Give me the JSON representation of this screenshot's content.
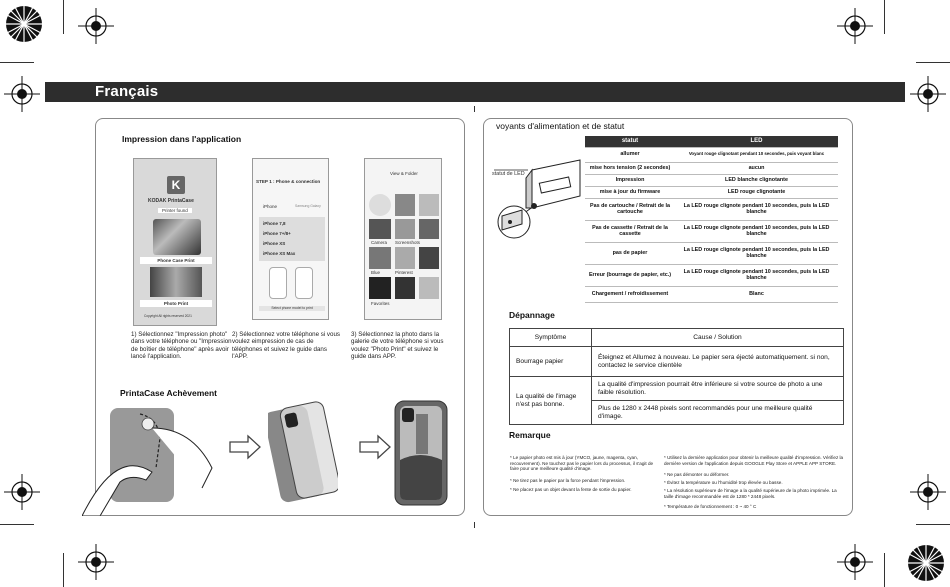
{
  "header": {
    "language": "Français"
  },
  "app_section": {
    "title": "Impression dans l'application",
    "steps": [
      "1) Sélectionnez \"Impression photo\" dans votre téléphone ou \"Impression de boîtier de téléphone\" après avoir lancé l'application.",
      "2) Sélectionnez votre téléphone si vous voulez eimpression de cas de téléphones et suivez le guide dans l'APP.",
      "3) Sélectionnez la photo dans la galerie de votre téléphone si vous voulez \"Photo Print\" et suivez le guide dans APP."
    ],
    "phone1": {
      "brand": "KODAK",
      "app": "PrintaCase",
      "printer_found": "Printer found",
      "button_case": "Phone Case Print",
      "button_photo": "Photo Print",
      "footer": "Copyright All rights reserved 2021"
    },
    "phone2": {
      "step": "STEP 1 : Phone & connection",
      "tab_iphone": "iPhone",
      "tab_other": "Samsung Galaxy",
      "models": [
        "iPhone 7,8",
        "iPhone 7+/8+",
        "iPhone XS",
        "iPhone XS Max"
      ],
      "next": "Select phone model to print"
    },
    "phone3": {
      "title": "View & Folder",
      "labels": [
        "Camera",
        "Screenshots",
        "Blue",
        "Pinterest",
        "Favorites"
      ]
    }
  },
  "achievement": {
    "title": "PrintaCase Achèvement"
  },
  "status_section": {
    "title": "voyants d'alimentation et de statut",
    "led_callout": "statut de LED",
    "table_headers": [
      "statut",
      "LED"
    ],
    "rows": [
      {
        "status": "allumer",
        "led": "Voyant rouge clignotant pendant 10 secondes, puis voyant blanc"
      },
      {
        "status": "mise hors tension (2 secondes)",
        "led": "aucun"
      },
      {
        "status": "Impression",
        "led": "LED blanche clignotante"
      },
      {
        "status": "mise à jour du firmware",
        "led": "LED rouge clignotante"
      },
      {
        "status": "Pas de cartouche / Retrait de la cartouche",
        "led": "La LED rouge clignote pendant 10 secondes, puis la LED blanche"
      },
      {
        "status": "Pas de cassette / Retrait de la cassette",
        "led": "La LED rouge clignote pendant 10 secondes, puis la LED blanche"
      },
      {
        "status": "pas de papier",
        "led": "La LED rouge clignote pendant 10 secondes, puis la LED blanche"
      },
      {
        "status": "Erreur (bourrage de papier, etc.)",
        "led": "La LED rouge clignote pendant 10 secondes, puis la LED blanche"
      },
      {
        "status": "Chargement / refroidissement",
        "led": "Blanc"
      }
    ]
  },
  "trouble_section": {
    "title": "Dépannage",
    "headers": [
      "Symptôme",
      "Cause / Solution"
    ],
    "rows": [
      {
        "symptom": "Bourrage papier",
        "solutions": [
          "Éteignez et Allumez à nouveau. Le papier sera éjecté automatiquement. si non, contactez le service clientèle"
        ]
      },
      {
        "symptom": "La qualité de l'image n'est pas bonne.",
        "solutions": [
          "La qualité d'impression pourrait être inférieure si votre source de photo a une faible résolution.",
          "Plus de 1280 x 2448 pixels sont recommandés pour une meilleure qualité d'image."
        ]
      }
    ]
  },
  "remarks": {
    "title": "Remarque",
    "left": [
      "* Le papier photo est mis à jour (YMCO, jaune, magenta, cyan, recouvrement). Ne touchez pas le papier lors du processus, il s'agit de faire pour une meilleure qualité d'image.",
      "* Ne tirez pas le papier par la force pendant l'impression.",
      "* Ne placez pas un objet devant la fente de sortie du papier."
    ],
    "right": [
      "* Utilisez la dernière application pour obtenir la meilleure qualité d'impression. Vérifiez la dernière version de l'application depuis GOOGLE Play Store et APPLE APP STORE.",
      "* Ne pas démonter ou déformer.",
      "* Évitez la température ou l'humidité trop élevée ou basse.",
      "* La résolution supérieure de l'image a la qualité supérieure de la photo imprimée. La taille d'image recommandée est de 1280 * 2448 pixels.",
      "* Température de fonctionnement : 0 ~ 40 ° C"
    ]
  }
}
